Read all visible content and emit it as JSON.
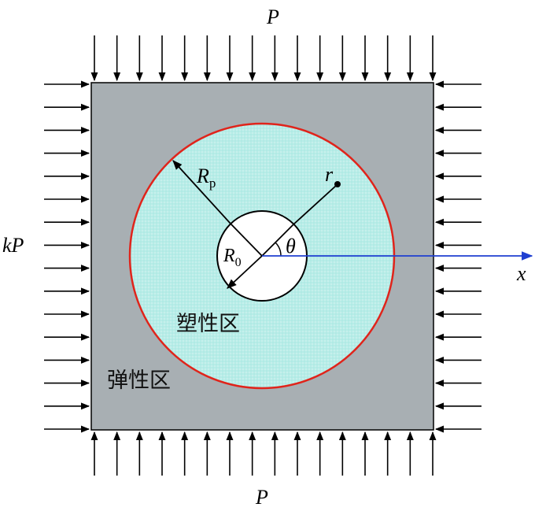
{
  "labels": {
    "top_load": "P",
    "bottom_load": "P",
    "side_load": "kP",
    "plastic_radius_main": "R",
    "plastic_radius_sub": "p",
    "hole_radius_main": "R",
    "hole_radius_sub": "0",
    "radial_coord": "r",
    "angle": "θ",
    "axis": "x",
    "plastic_zone": "塑性区",
    "elastic_zone": "弹性区"
  },
  "colors": {
    "plate_fill": "#a8afb3",
    "plate_stroke": "#000000",
    "plastic_fill": "#b3ebe6",
    "plastic_boundary": "#e0241b",
    "hole_fill": "#ffffff",
    "axis": "#1f3fd1",
    "arrows": "#000000"
  },
  "icons": {
    "load_arrows": "arrow-right-icon / arrow-left-icon / arrow-down-icon / arrow-up-icon"
  }
}
